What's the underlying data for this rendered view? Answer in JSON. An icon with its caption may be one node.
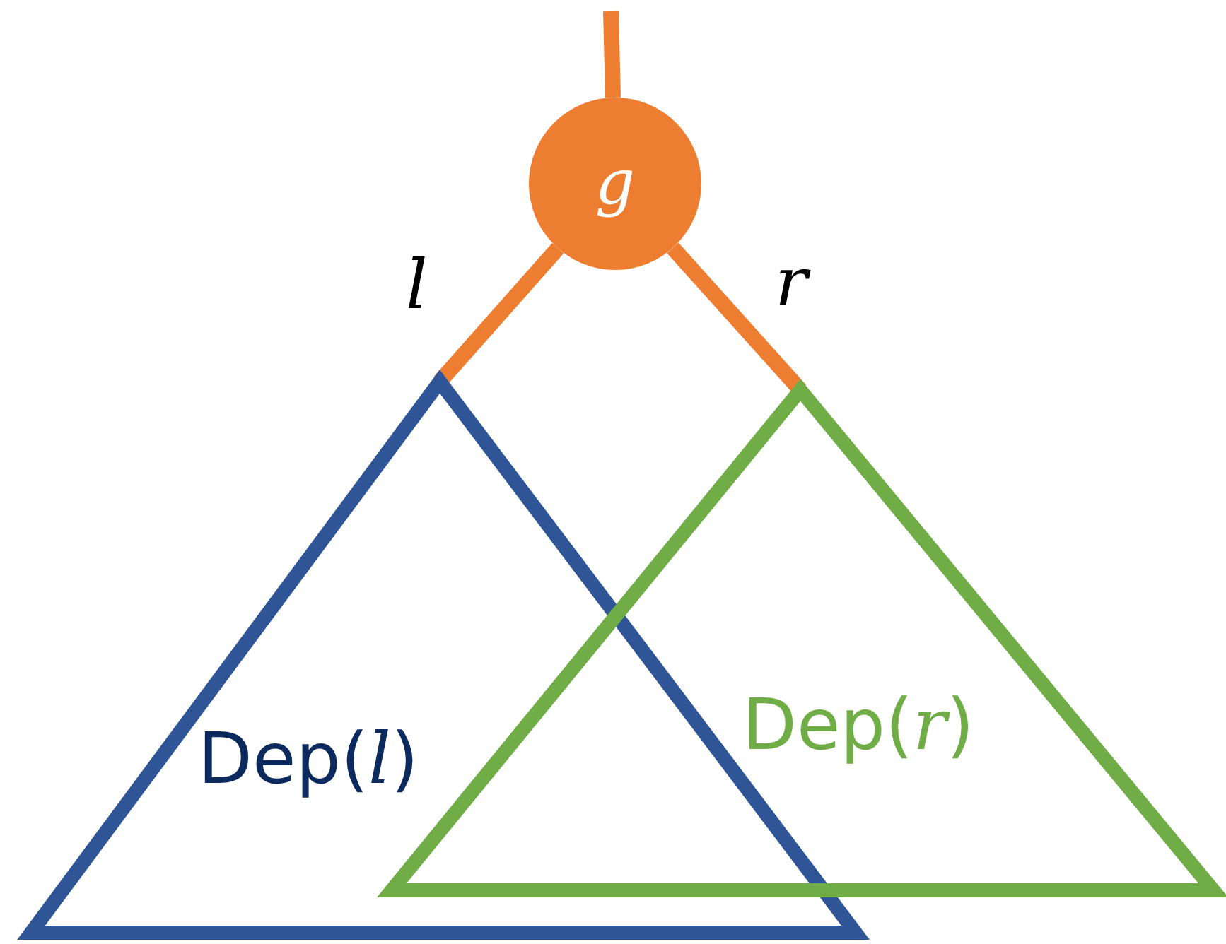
{
  "diagram": {
    "nodes": [
      {
        "text": [
          "g"
        ]
      },
      {
        "text": [
          "Dep(*l*)"
        ]
      },
      {
        "text": [
          "Dep(*r*)"
        ]
      }
    ],
    "edges": [
      {
        "from": null,
        "to": 0,
        "arrow": "none"
      },
      {
        "from": 0,
        "to": 1,
        "arrow": "none",
        "label": "l"
      },
      {
        "from": 0,
        "to": 2,
        "arrow": "none",
        "label": "r"
      }
    ]
  }
}
